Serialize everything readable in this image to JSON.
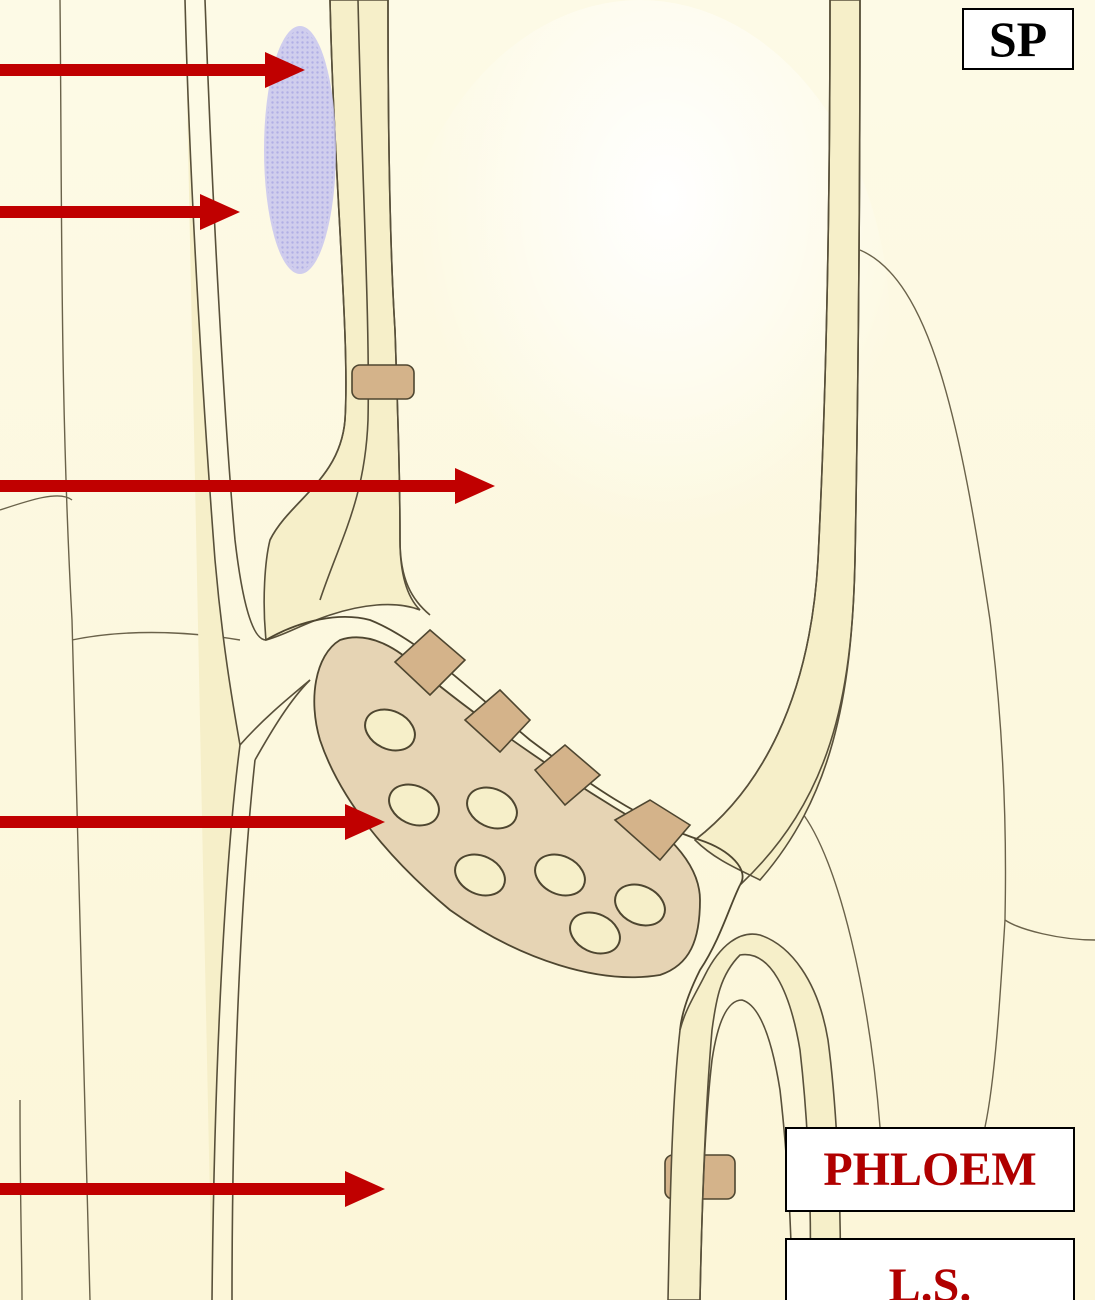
{
  "labels": {
    "sp": "SP",
    "phloem": "PHLOEM",
    "section": "L.S."
  },
  "colors": {
    "background": "#fdfae4",
    "cell_wall": "#f6efc9",
    "outline": "#58503a",
    "sieve_plate": "#e6d4b4",
    "plasmodesma": "#d4b38a",
    "nucleus": "#bcbbe8",
    "arrow": "#c00000",
    "label_text": "#b00000"
  },
  "arrows": [
    {
      "name": "arrow-1"
    },
    {
      "name": "arrow-2"
    },
    {
      "name": "arrow-3"
    },
    {
      "name": "arrow-4"
    },
    {
      "name": "arrow-5"
    }
  ]
}
